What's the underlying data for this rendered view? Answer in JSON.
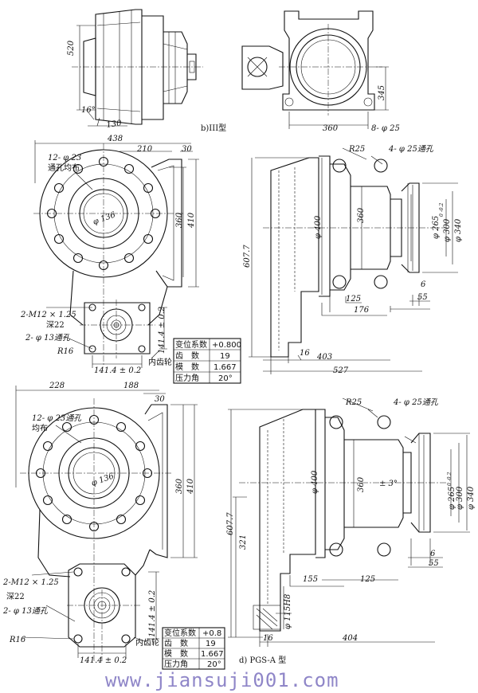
{
  "captions": {
    "b": "b)III型",
    "d": "d)  PGS-A 型"
  },
  "watermark": "www.jiansuji001.com",
  "view_b": {
    "dims": {
      "d520": "520",
      "d16": "16°",
      "d130": "130",
      "d360": "360",
      "d345": "345",
      "holes": "8- φ 25"
    }
  },
  "view_c_front": {
    "dims": {
      "d438": "438",
      "d210": "210",
      "d30": "30",
      "d360": "360",
      "d410": "410",
      "dia136": "φ 136",
      "d1414v": "141.4 ± 0.2",
      "d1414h": "141.4 ± 0.2",
      "r16": "R16"
    },
    "notes": {
      "holes_a": "12- φ 23",
      "holes_b": "通孔均布",
      "tap_a": "2-M12 × 1.25",
      "tap_b": "深22",
      "thru": "2- φ 13通孔",
      "gear": "内齿轮"
    },
    "table": [
      [
        "变位系数",
        "+0.800"
      ],
      [
        "齿　数",
        "19"
      ],
      [
        "模　数",
        "1.667"
      ],
      [
        "压力角",
        "20°"
      ]
    ]
  },
  "view_c_side": {
    "dims": {
      "r25": "R25",
      "holes": "4- φ 25通孔",
      "d6077": "607.7",
      "d400": "φ 400",
      "d360": "360",
      "d265": "φ 265",
      "d265tol": "0 -0.2",
      "d300": "φ 300",
      "d340": "φ 340",
      "d125": "125",
      "d176": "176",
      "d6": "6",
      "d55": "55",
      "d16": "16",
      "d403": "403",
      "d527": "527"
    }
  },
  "view_d_front": {
    "dims": {
      "d228": "228",
      "d188": "188",
      "d30": "30",
      "d360": "360",
      "d410": "410",
      "dia136": "φ 136",
      "d1414v": "141.4 ± 0.2",
      "d1414h": "141.4 ± 0.2",
      "r16": "R16"
    },
    "notes": {
      "holes_a": "12- φ 23通孔",
      "holes_b": "均布",
      "tap_a": "2-M12 × 1.25",
      "tap_b": "深22",
      "thru": "2- φ 13通孔",
      "gear": "内齿轮"
    },
    "table": [
      [
        "变位系数",
        "+0.8"
      ],
      [
        "齿　数",
        "19"
      ],
      [
        "模　数",
        "1.667"
      ],
      [
        "压力角",
        "20°"
      ]
    ]
  },
  "view_d_side": {
    "dims": {
      "r25": "R25",
      "holes": "4- φ 25通孔",
      "d6077": "607.7",
      "d321": "321",
      "d400": "φ 400",
      "d360": "360",
      "angle": "± 3°",
      "d265": "φ 265",
      "d265tol": "0 -0.2",
      "d300": "φ 300",
      "d340": "φ 340",
      "d155": "155",
      "d125": "125",
      "d115": "φ 115H8",
      "d6": "6",
      "d55": "55",
      "d16": "16",
      "d404": "404"
    }
  }
}
